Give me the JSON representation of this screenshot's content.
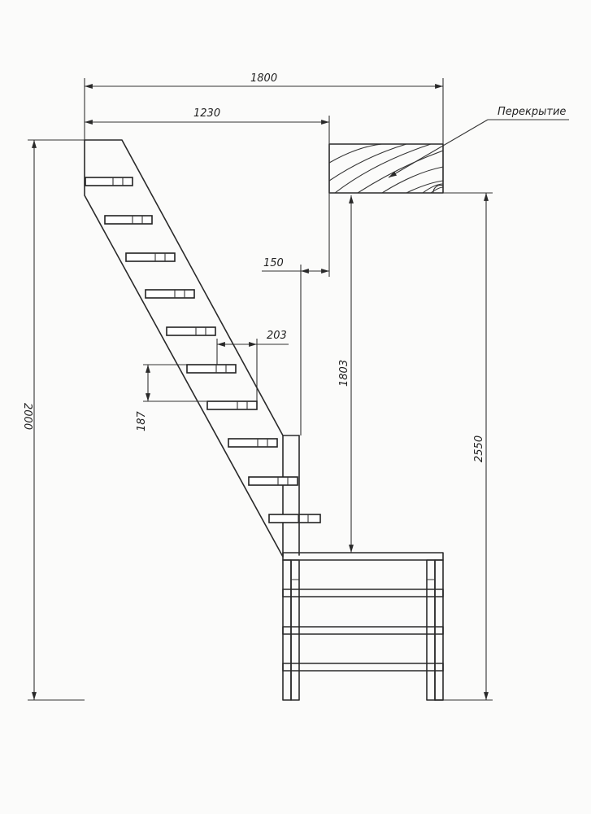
{
  "dimensions": {
    "total_length": "1800",
    "stair_run": "1230",
    "gap": "150",
    "tread_depth": "203",
    "riser_height": "187",
    "opening_height": "1803",
    "floor_to_ceiling": "2550",
    "stair_height": "2000"
  },
  "labels": {
    "ceiling_slab": "Перекрытие"
  },
  "colors": {
    "line": "#2a2a2a",
    "paper": "#fbfbfa"
  }
}
